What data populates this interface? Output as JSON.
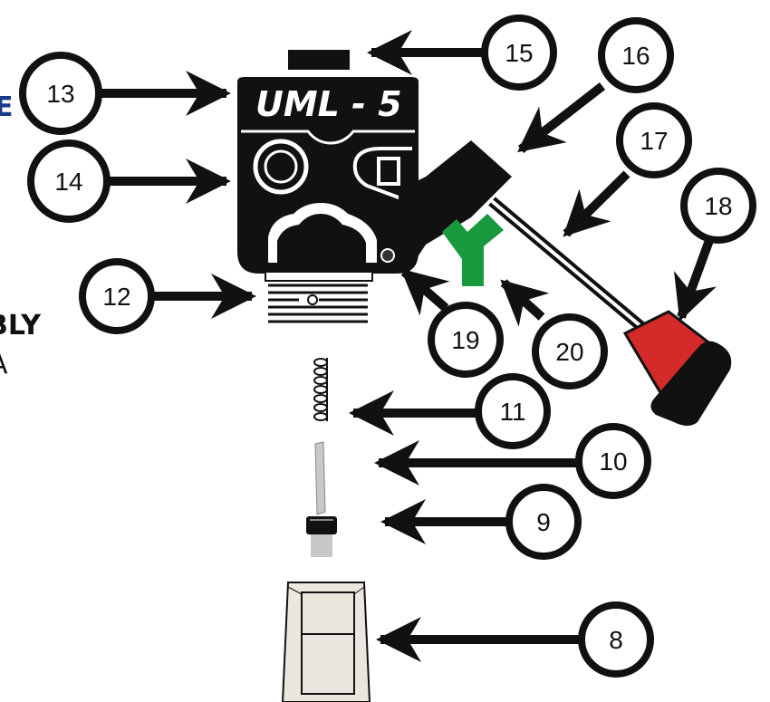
{
  "device": {
    "brand_label": "UML - 5"
  },
  "edge_fragments": {
    "left_top": "E",
    "left_middle": "BLY",
    "left_lower": "A"
  },
  "callouts": [
    {
      "id": "c8",
      "label": "8"
    },
    {
      "id": "c9",
      "label": "9"
    },
    {
      "id": "c10",
      "label": "10"
    },
    {
      "id": "c11",
      "label": "11"
    },
    {
      "id": "c12",
      "label": "12"
    },
    {
      "id": "c13",
      "label": "13"
    },
    {
      "id": "c14",
      "label": "14"
    },
    {
      "id": "c15",
      "label": "15"
    },
    {
      "id": "c16",
      "label": "16"
    },
    {
      "id": "c17",
      "label": "17"
    },
    {
      "id": "c18",
      "label": "18"
    },
    {
      "id": "c19",
      "label": "19"
    },
    {
      "id": "c20",
      "label": "20"
    }
  ],
  "colors": {
    "body": "#111111",
    "red_cap": "#d42a2a",
    "green_fitting": "#1a9a3e",
    "grey": "#c8c8c8",
    "beige": "#ece7de"
  }
}
